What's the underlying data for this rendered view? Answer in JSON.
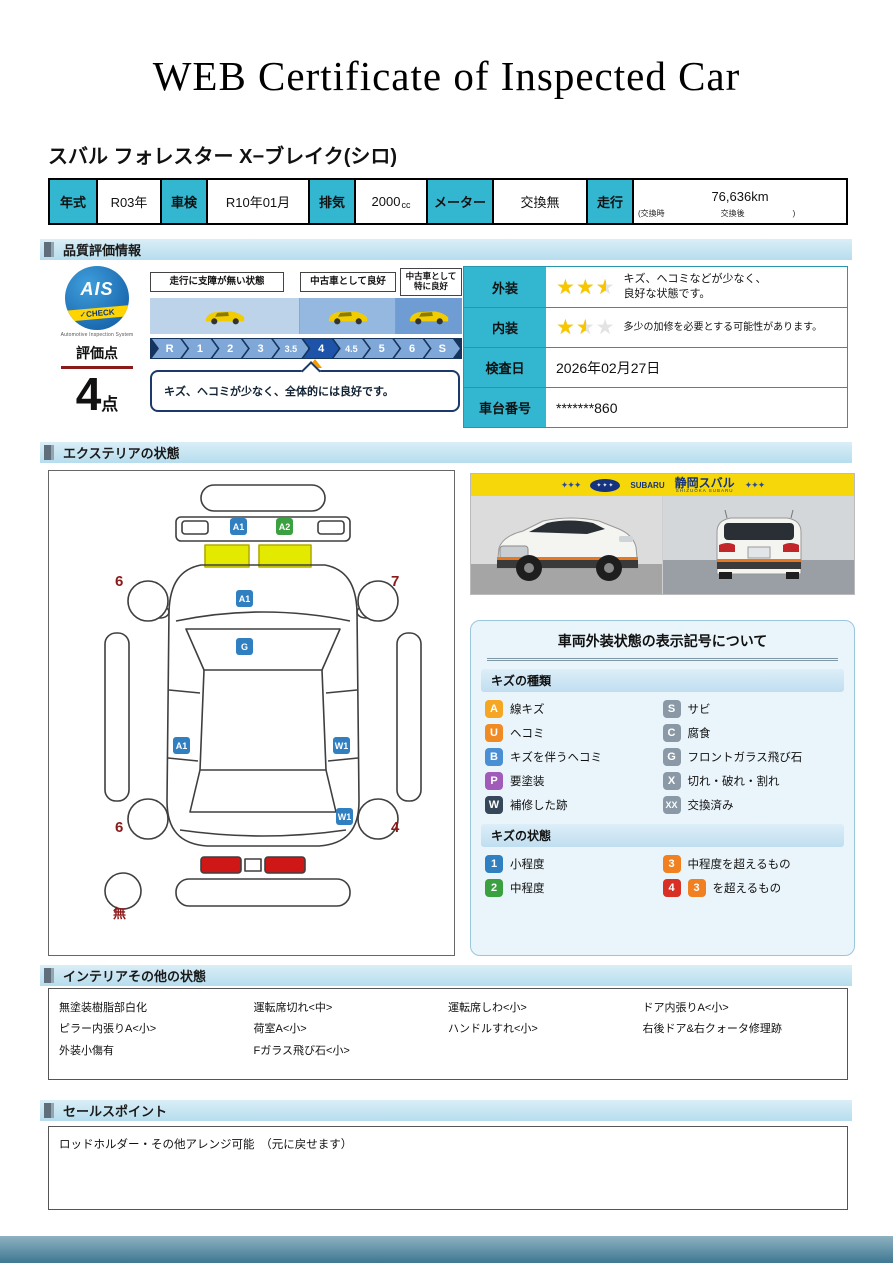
{
  "page": {
    "title": "WEB Certificate of Inspected Car",
    "car_name": "スバル フォレスター X−ブレイク(シロ)"
  },
  "spec": {
    "year_label": "年式",
    "year_value": "R03年",
    "inspection_label": "車検",
    "inspection_value": "R10年01月",
    "displacement_label": "排気",
    "displacement_value": "2000",
    "displacement_unit": "cc",
    "meter_label": "メーター",
    "meter_value": "交換無",
    "mileage_label": "走行",
    "mileage_value": "76,636km",
    "mileage_note": "(交換時　　　　　　　交換後　　　　　　)"
  },
  "sections": {
    "quality": "品質評価情報",
    "exterior": "エクステリアの状態",
    "interior": "インテリアその他の状態",
    "sales": "セールスポイント"
  },
  "quality": {
    "logo_text": "AIS",
    "logo_sub": "Automotive Inspection System",
    "logo_check": "✓CHECK",
    "score_label": "評価点",
    "score_value": "4",
    "score_unit": "点",
    "zone_labels": [
      "走行に支障が無い状態",
      "中古車として良好",
      "中古車として特に良好"
    ],
    "scale": [
      "R",
      "1",
      "2",
      "3",
      "3.5",
      "4",
      "4.5",
      "5",
      "6",
      "S"
    ],
    "selected": "4",
    "comment": "キズ、ヘコミが少なく、全体的には良好です。",
    "stars_glyphs": "★★★",
    "exterior_label": "外装",
    "exterior_stars": 2.5,
    "exterior_text_1": "キズ、ヘコミなどが少なく、",
    "exterior_text_2": "良好な状態です。",
    "interior_label": "内装",
    "interior_stars": 1.5,
    "interior_text": "多少の加修を必要とする可能性があります。",
    "date_label": "検査日",
    "date_value": "2026年02月27日",
    "vin_label": "車台番号",
    "vin_value": "*******860"
  },
  "diagram": {
    "markers": [
      {
        "code": "A1",
        "color": "#2f7fc1"
      },
      {
        "code": "A2",
        "color": "#3aa040"
      },
      {
        "code": "A1",
        "color": "#2f7fc1"
      },
      {
        "code": "G",
        "color": "#2f7fc1"
      },
      {
        "code": "A1",
        "color": "#2f7fc1"
      },
      {
        "code": "W1",
        "color": "#2f7fc1"
      },
      {
        "code": "W1",
        "color": "#2f7fc1"
      }
    ],
    "corner_counts": [
      "6",
      "7",
      "6",
      "4"
    ],
    "spare_label": "無"
  },
  "photos": {
    "banner_title": "静岡スバル",
    "banner_sub": "SHIZUOKA SUBARU",
    "banner_brand": "SUBARU",
    "wing_decor": "✦✦✦"
  },
  "legend": {
    "title": "車両外装状態の表示記号について",
    "kinds_title": "キズの種類",
    "kinds": [
      {
        "code": "A",
        "label": "線キズ",
        "color": "#f5a623"
      },
      {
        "code": "S",
        "label": "サビ",
        "color": "#8b99a6"
      },
      {
        "code": "U",
        "label": "ヘコミ",
        "color": "#f08a24"
      },
      {
        "code": "C",
        "label": "腐食",
        "color": "#8b99a6"
      },
      {
        "code": "B",
        "label": "キズを伴うヘコミ",
        "color": "#4a8fd4"
      },
      {
        "code": "G",
        "label": "フロントガラス飛び石",
        "color": "#8b99a6"
      },
      {
        "code": "P",
        "label": "要塗装",
        "color": "#a05cb8"
      },
      {
        "code": "X",
        "label": "切れ・破れ・割れ",
        "color": "#8b99a6"
      },
      {
        "code": "W",
        "label": "補修した跡",
        "color": "#37475a"
      },
      {
        "code": "XX",
        "label": "交換済み",
        "color": "#8b99a6"
      }
    ],
    "states_title": "キズの状態",
    "states": [
      {
        "code": "1",
        "label": "小程度",
        "color": "#2f7fc1"
      },
      {
        "code": "3",
        "label": "中程度を超えるもの",
        "color": "#f08020"
      },
      {
        "code": "2",
        "label": "中程度",
        "color": "#3aa040"
      },
      {
        "code": "4",
        "label": "を超えるもの",
        "color": "#d93025",
        "extra_code": "3",
        "extra_color": "#f08020"
      }
    ]
  },
  "interior": {
    "columns": [
      [
        "無塗装樹脂部白化",
        "ピラー内張りA<小>",
        "外装小傷有"
      ],
      [
        "運転席切れ<中>",
        "荷室A<小>",
        "Fガラス飛び石<小>"
      ],
      [
        "運転席しわ<小>",
        "ハンドルすれ<小>"
      ],
      [
        "ドア内張りA<小>",
        "右後ドア&右クォータ修理跡"
      ]
    ]
  },
  "sales": {
    "text": "ロッドホルダー・その他アレンジ可能　（元に戻せます）"
  }
}
